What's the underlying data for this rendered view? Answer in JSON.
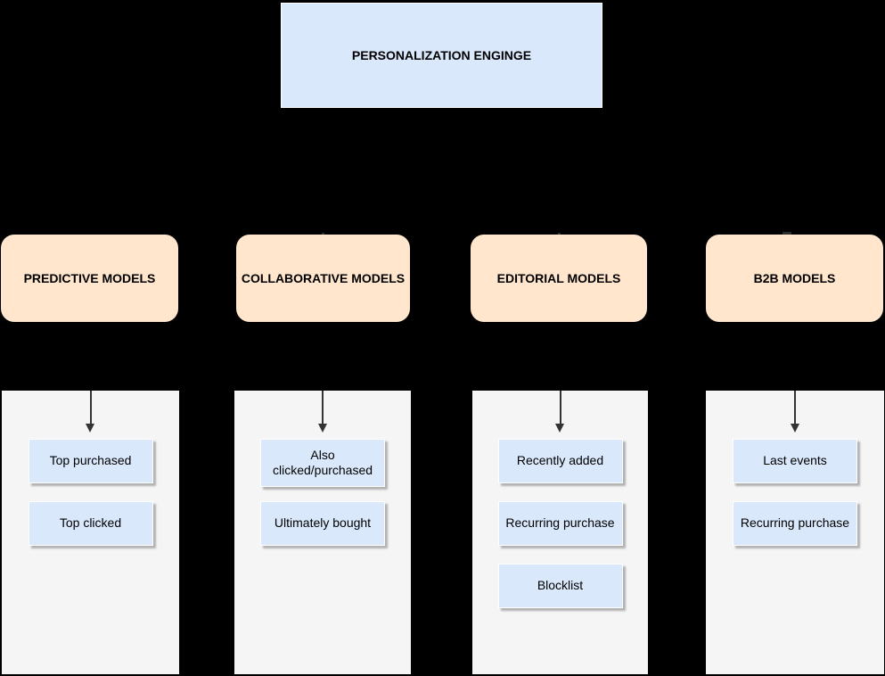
{
  "root": {
    "label": "PERSONALIZATION ENGINGE"
  },
  "columns": [
    {
      "header": "PREDICTIVE MODELS",
      "items": [
        "Top purchased",
        "Top clicked"
      ]
    },
    {
      "header": "COLLABORATIVE MODELS",
      "items": [
        "Also\nclicked/purchased",
        "Ultimately bought"
      ]
    },
    {
      "header": "EDITORIAL MODELS",
      "items": [
        "Recently added",
        "Recurring purchase",
        "Blocklist"
      ]
    },
    {
      "header": "B2B MODELS",
      "items": [
        "Last events",
        "Recurring purchase"
      ]
    }
  ],
  "colors": {
    "background": "#000000",
    "node_fill": "#dae8fc",
    "header_fill": "#ffe6cc",
    "container_fill": "#f5f5f5",
    "arrow": "#333333"
  }
}
